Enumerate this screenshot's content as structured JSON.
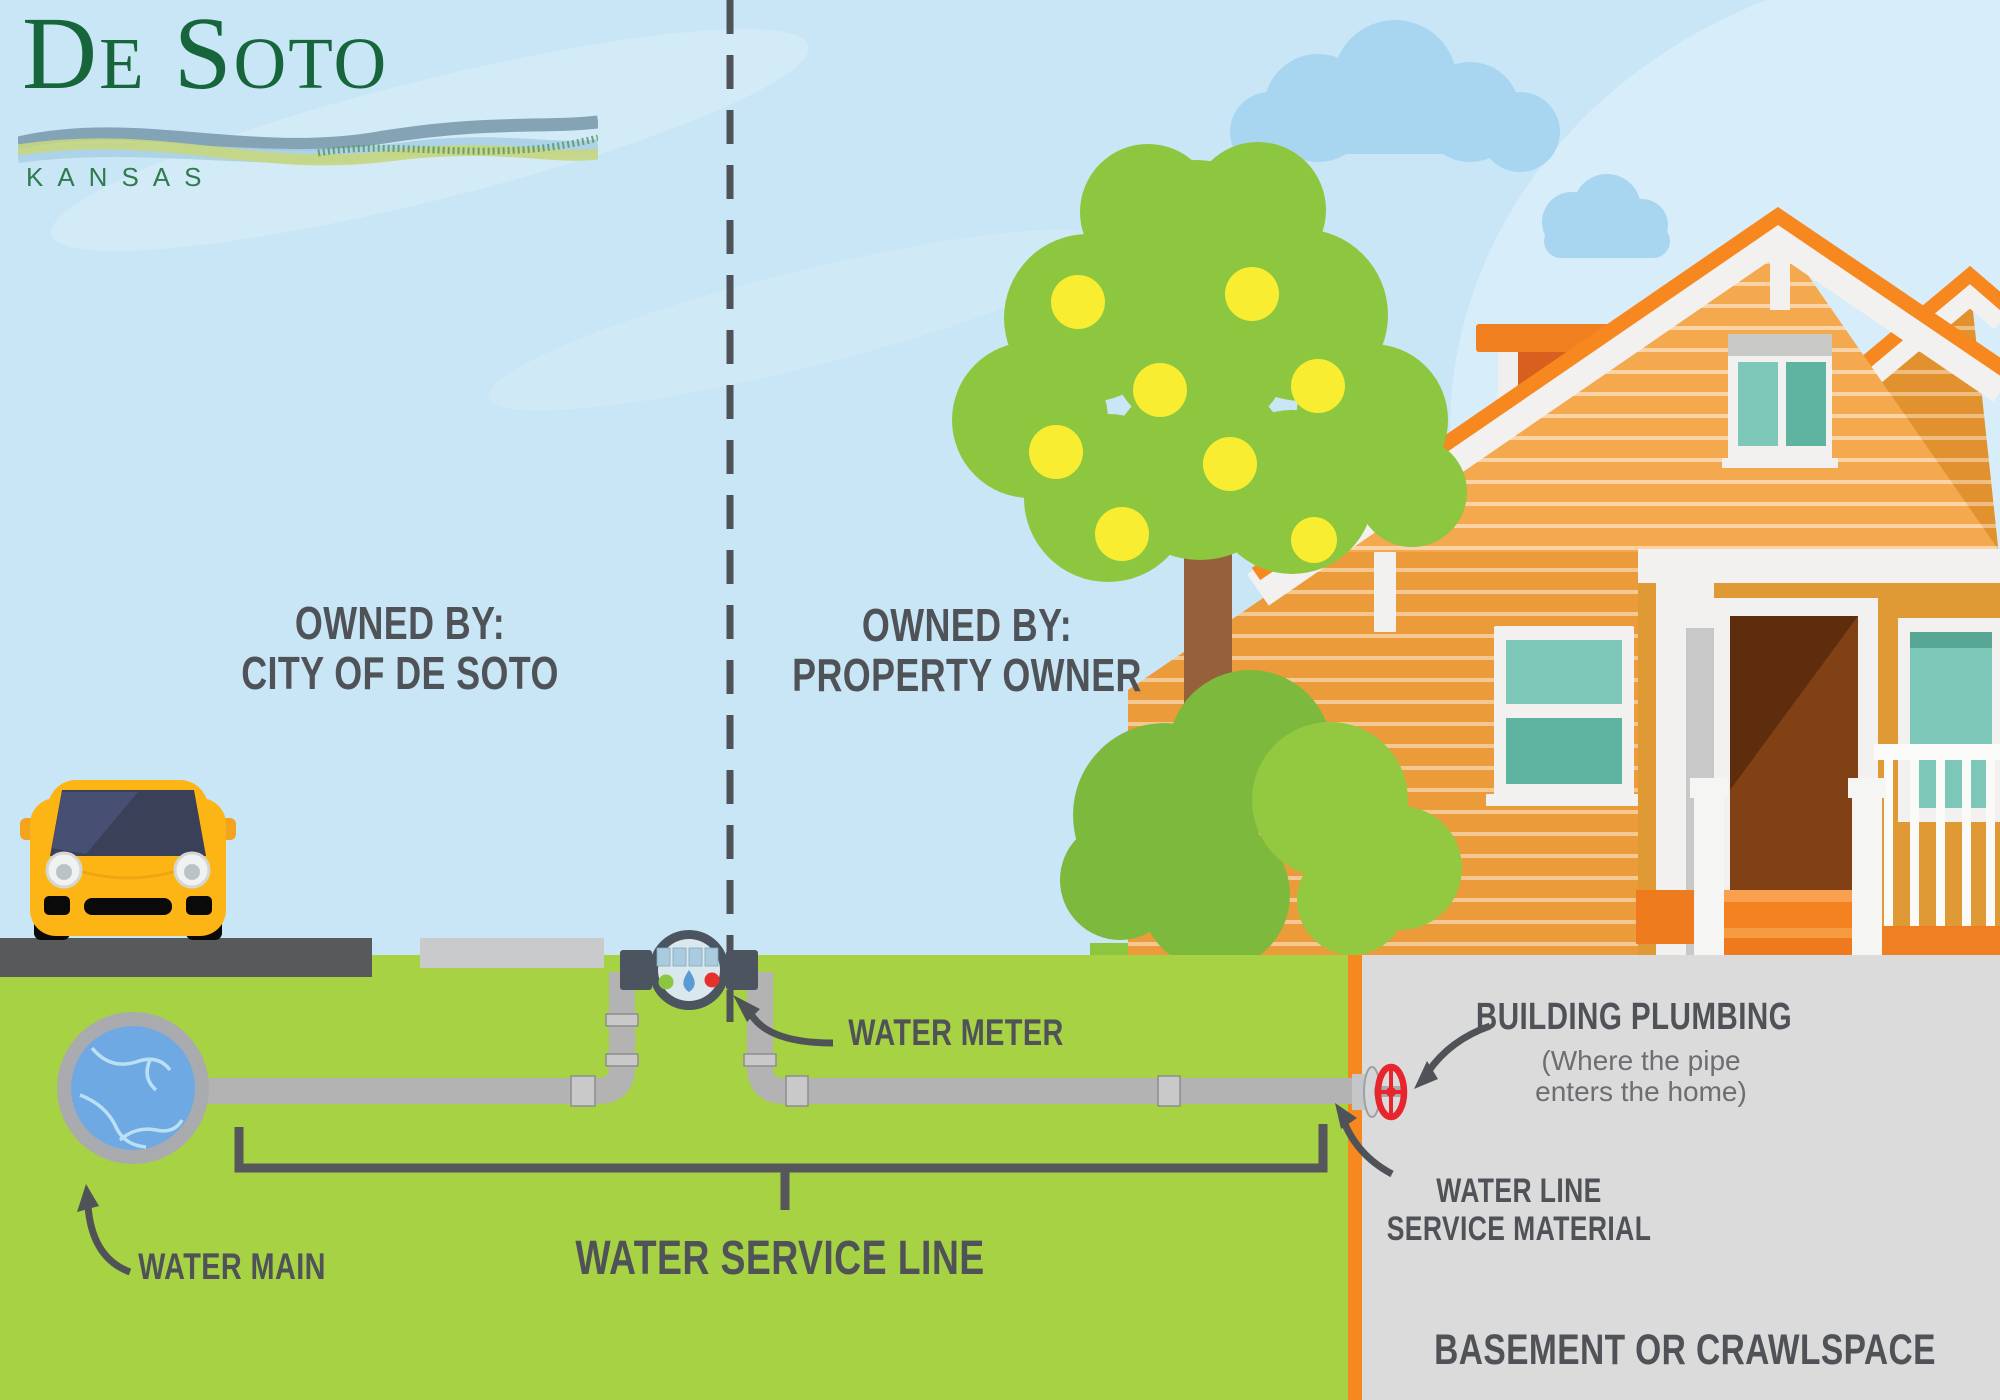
{
  "logo": {
    "city": "De Soto",
    "state": "KANSAS"
  },
  "zones": {
    "left": {
      "line1": "OWNED BY:",
      "line2": "CITY OF DE SOTO"
    },
    "right": {
      "line1": "OWNED BY:",
      "line2": "PROPERTY OWNER"
    }
  },
  "labels": {
    "water_main": "WATER MAIN",
    "water_meter": "WATER METER",
    "water_service_line": "WATER SERVICE LINE",
    "building_plumbing": "BUILDING PLUMBING",
    "building_plumbing_sub1": "(Where the pipe",
    "building_plumbing_sub2": "enters the home)",
    "water_line_material_1": "WATER LINE",
    "water_line_material_2": "SERVICE MATERIAL",
    "basement": "BASEMENT OR CRAWLSPACE"
  },
  "colors": {
    "sky": "#C9E6F6",
    "underground_green": "#A6D243",
    "lawn_green": "#8CC63F",
    "road_gray": "#58595B",
    "basement_gray": "#DBDBDB",
    "foundation_orange": "#F6881F",
    "house_siding": "#F2A243",
    "roof_trim": "#F6881F",
    "window_teal": "#7CC7B8",
    "pipe_gray": "#B3B3B3",
    "water_blue": "#6FA9E4",
    "valve_red": "#E8242C",
    "label_dark": "#4F5358",
    "label_light": "#6D6E71",
    "logo_green": "#17663B",
    "car_yellow": "#FDB515"
  }
}
